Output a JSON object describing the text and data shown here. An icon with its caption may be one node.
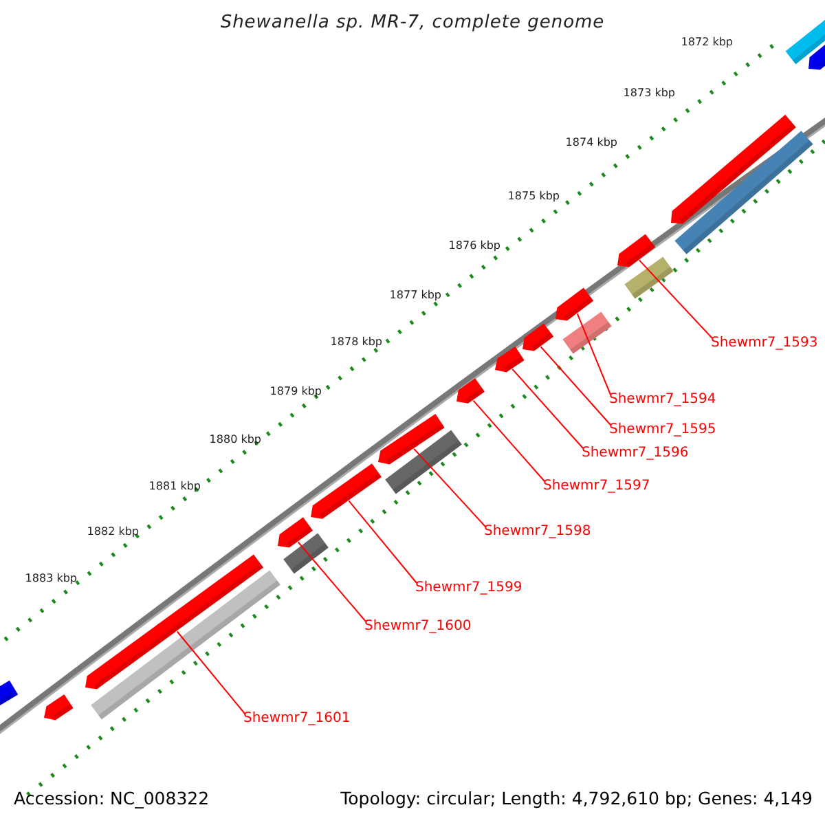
{
  "diagram": {
    "title": "Shewanella sp. MR-7, complete genome",
    "nodes": [
      {
        "text": [
          "Shewmr7_1593"
        ]
      },
      {
        "text": [
          "Shewmr7_1594"
        ]
      },
      {
        "text": [
          "Shewmr7_1595"
        ]
      },
      {
        "text": [
          "Shewmr7_1596"
        ]
      },
      {
        "text": [
          "Shewmr7_1597"
        ]
      },
      {
        "text": [
          "Shewmr7_1598"
        ]
      },
      {
        "text": [
          "Shewmr7_1599"
        ]
      },
      {
        "text": [
          "Shewmr7_1600"
        ]
      },
      {
        "text": [
          "Shewmr7_1601"
        ]
      },
      {
        "text": [],
        "shape": "bar"
      },
      {
        "text": [],
        "shape": "bar"
      },
      {
        "text": [],
        "shape": "bar"
      },
      {
        "text": [],
        "shape": "bar"
      },
      {
        "text": [],
        "shape": "bar"
      },
      {
        "text": [],
        "shape": "bar"
      },
      {
        "text": [],
        "shape": "bar"
      },
      {
        "text": [],
        "shape": "bar"
      },
      {
        "text": [],
        "shape": "bar"
      }
    ],
    "edges": [
      {
        "from": 0,
        "to": 9,
        "arrow": "none"
      },
      {
        "from": 1,
        "to": 10,
        "arrow": "none"
      },
      {
        "from": 2,
        "to": 11,
        "arrow": "none"
      },
      {
        "from": 3,
        "to": 12,
        "arrow": "none"
      },
      {
        "from": 4,
        "to": 13,
        "arrow": "none"
      },
      {
        "from": 5,
        "to": 14,
        "arrow": "none"
      },
      {
        "from": 6,
        "to": 15,
        "arrow": "none"
      },
      {
        "from": 7,
        "to": 16,
        "arrow": "none"
      },
      {
        "from": 8,
        "to": 17,
        "arrow": "none"
      }
    ],
    "labels": [
      "1872 kbp",
      "1873 kbp",
      "1874 kbp",
      "1875 kbp",
      "1876 kbp",
      "1877 kbp",
      "1878 kbp",
      "1879 kbp",
      "1880 kbp",
      "1881 kbp",
      "1882 kbp",
      "1883 kbp",
      "Accession: NC_008322",
      "Topology: circular; Length: 4,792,610 bp; Genes: 4,149"
    ]
  }
}
